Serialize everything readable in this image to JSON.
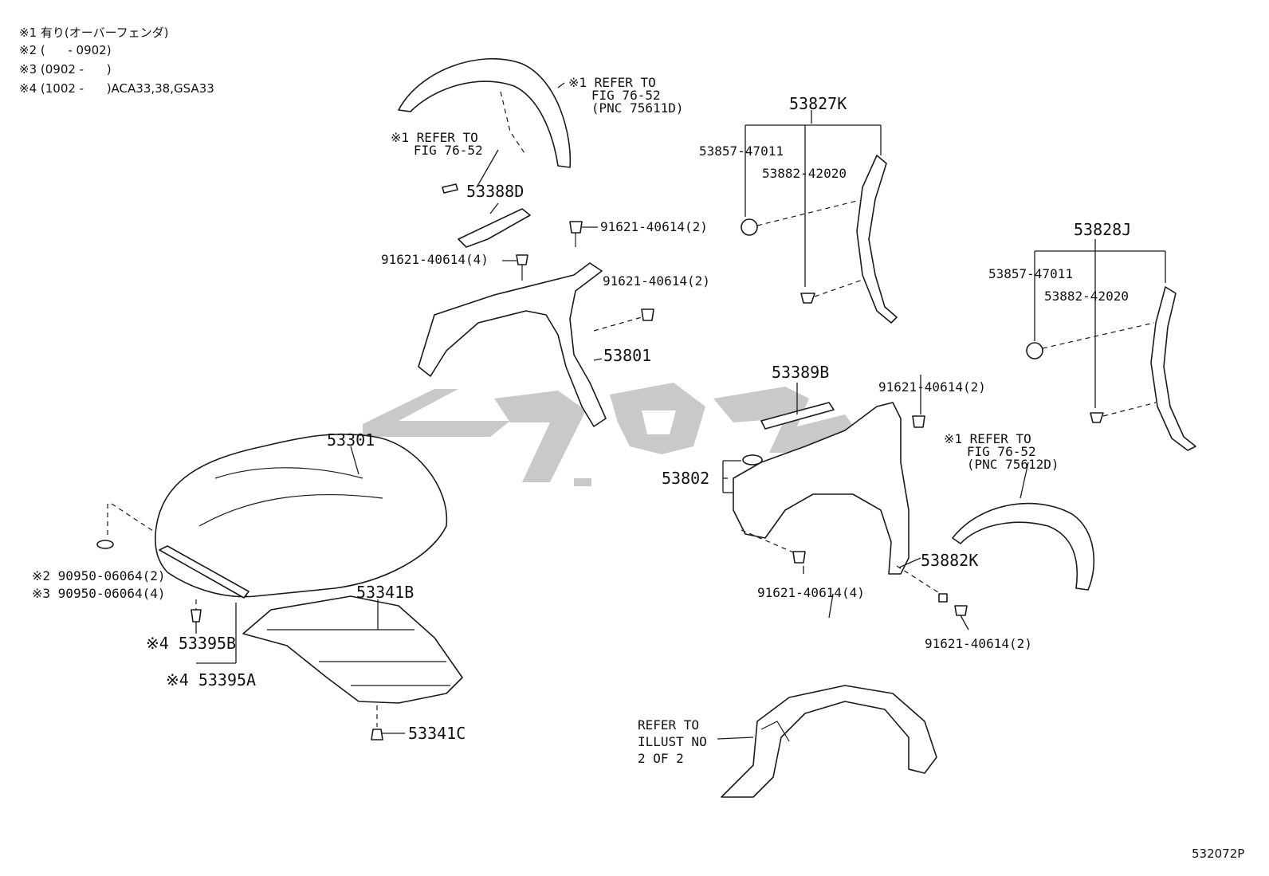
{
  "notes": [
    "※1 有り(オーバーフェンダ)",
    "※2 (      - 0902)",
    "※3 (0902 -      )",
    "※4 (1002 -      )ACA33,38,GSA33"
  ],
  "labels": {
    "ref1_a": "※1 REFER TO\n   FIG 76-52\n   (PNC 75611D)",
    "ref1_b": "※1 REFER TO\n   FIG 76-52",
    "ref1_c": "※1 REFER TO\n   FIG 76-52\n   (PNC 75612D)",
    "ref_illust": "REFER TO\nILLUST NO\n2 OF 2",
    "p53827K": "53827K",
    "p53857_a": "53857-47011",
    "p53882_a": "53882-42020",
    "p53388D": "53388D",
    "p91621_a": "91621-40614(2)",
    "p91621_b": "91621-40614(4)",
    "p91621_c": "91621-40614(2)",
    "p53801": "53801",
    "p53828J": "53828J",
    "p53857_b": "53857-47011",
    "p53882_b": "53882-42020",
    "p53389B": "53389B",
    "p91621_d": "91621-40614(2)",
    "p53301": "53301",
    "p53802": "53802",
    "p53882K": "53882K",
    "p91621_e": "91621-40614(4)",
    "p91621_f": "91621-40614(2)",
    "p90950_2": "※2 90950-06064(2)",
    "p90950_3": "※3 90950-06064(4)",
    "p53341B": "53341B",
    "p53395B": "※4 53395B",
    "p53395A": "※4 53395A",
    "p53341C": "53341C",
    "figure_code": "532072P"
  }
}
